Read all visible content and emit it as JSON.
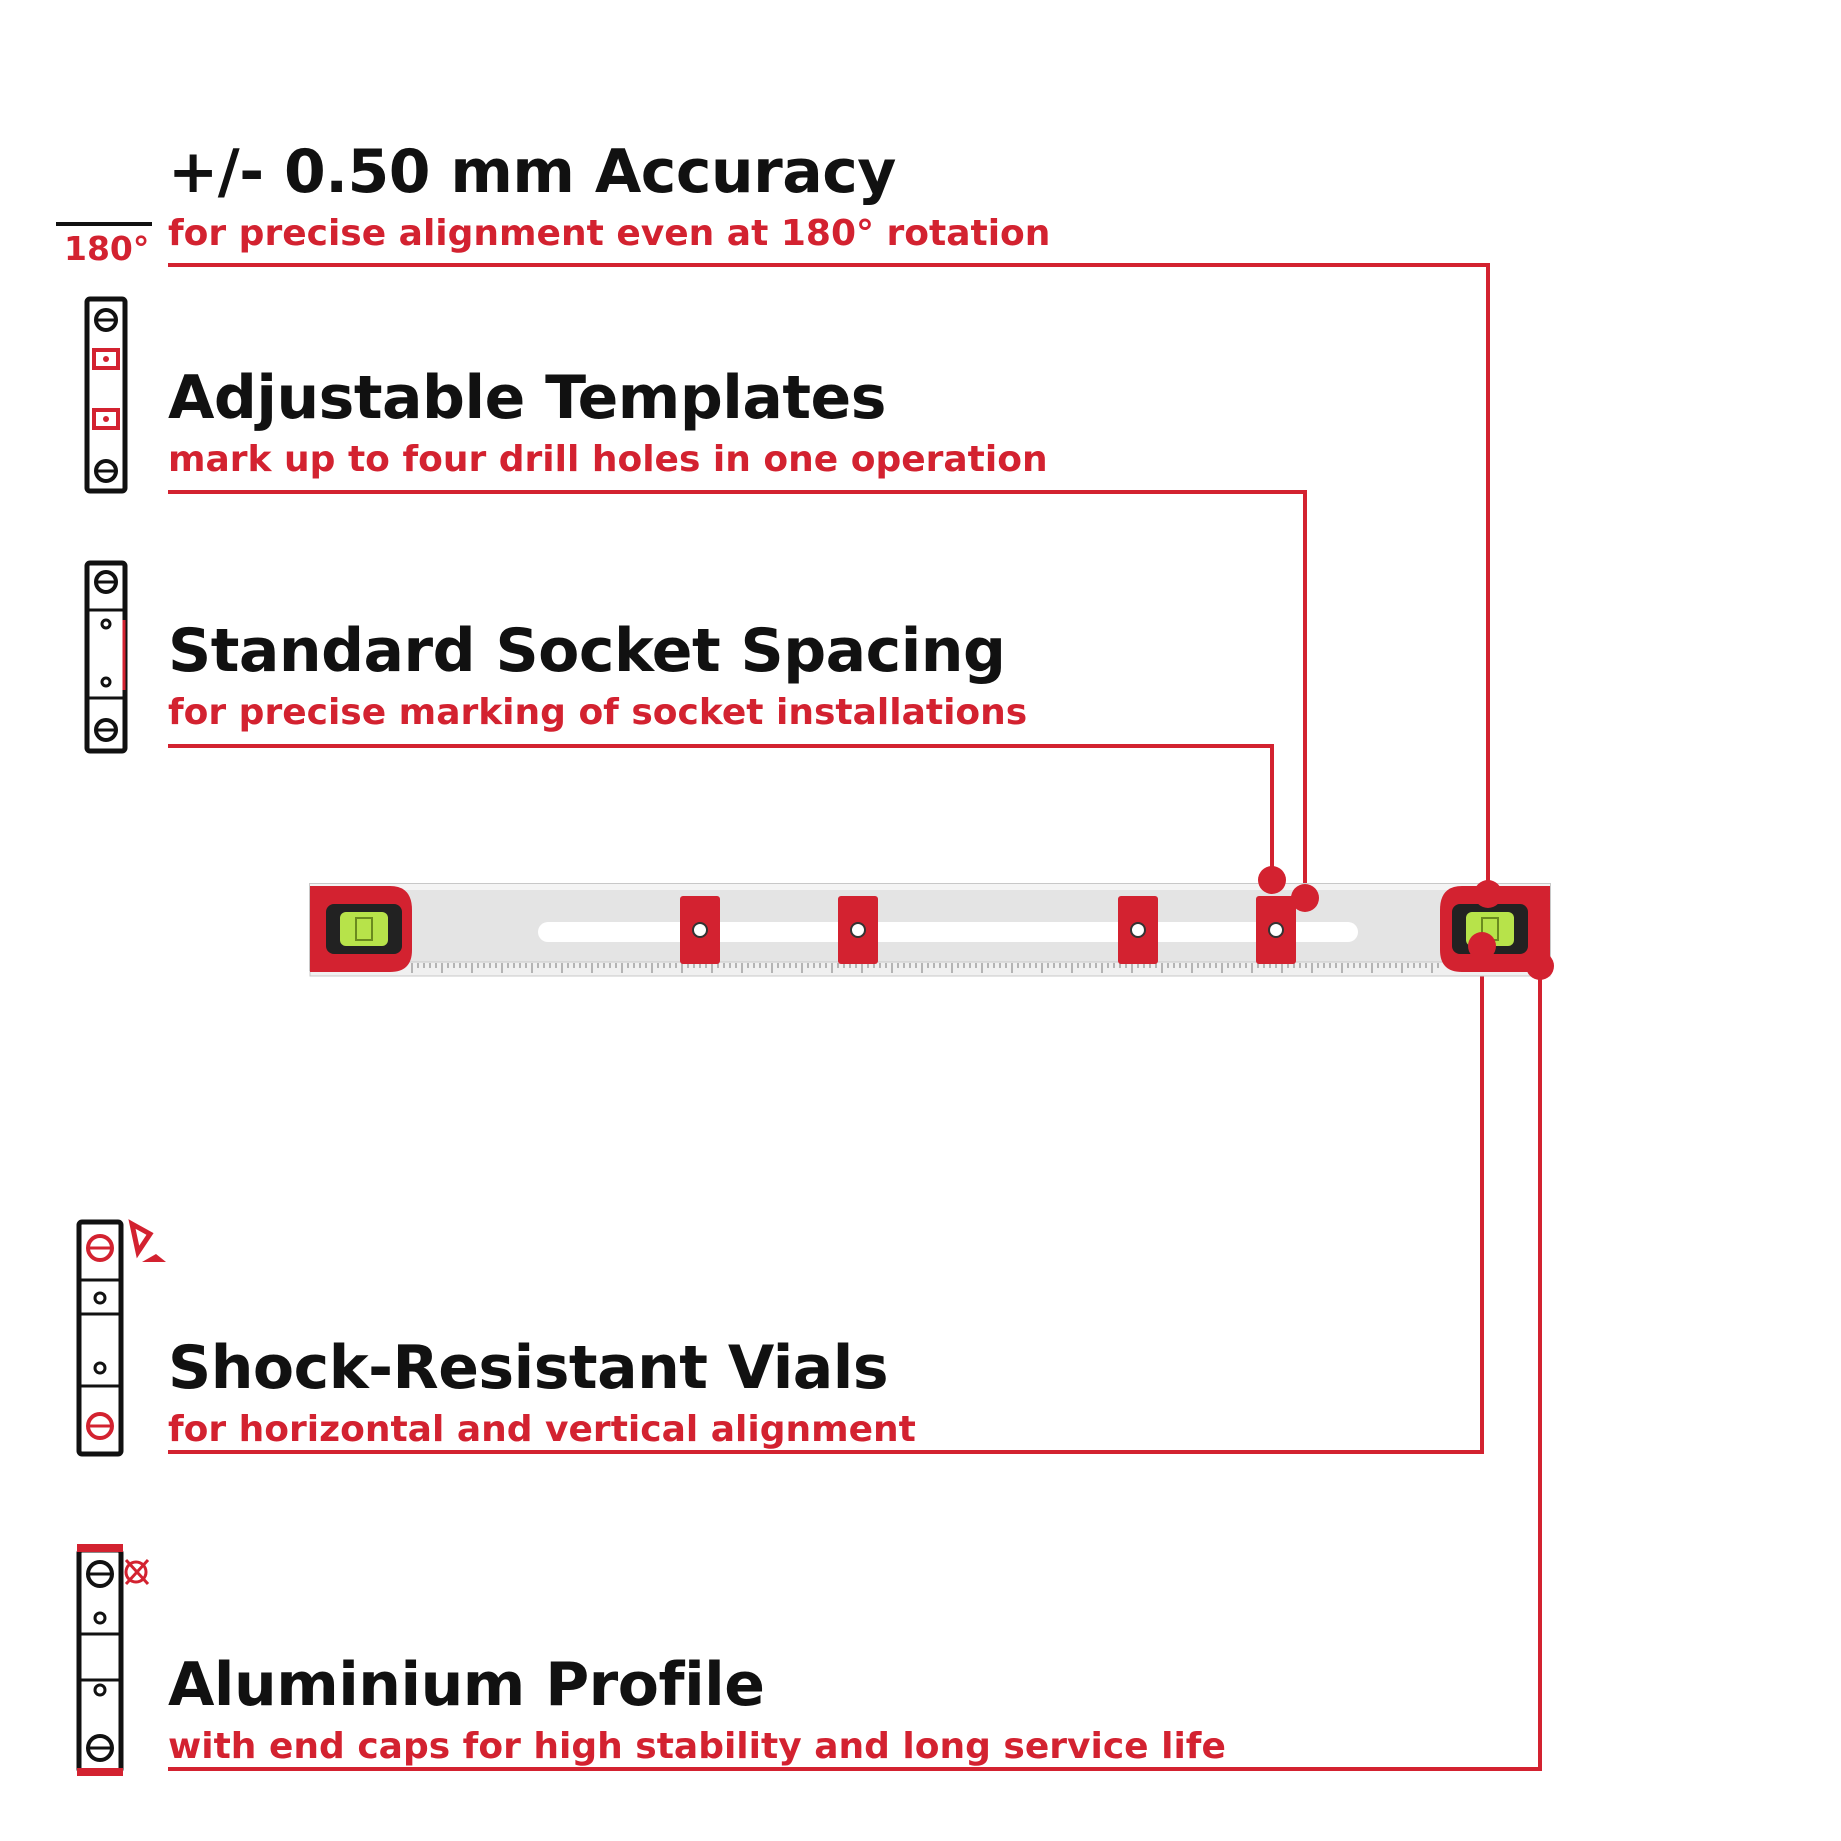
{
  "features": [
    {
      "title": "+/- 0.50 mm Accuracy",
      "subtitle": "for precise alignment even at 180° rotation"
    },
    {
      "title": "Adjustable Templates",
      "subtitle": "mark up to four drill holes in one operation"
    },
    {
      "title": "Standard Socket Spacing",
      "subtitle": "for precise marking of socket installations"
    },
    {
      "title": "Shock-Resistant Vials",
      "subtitle": "for horizontal and vertical alignment"
    },
    {
      "title": "Aluminium Profile",
      "subtitle": "with end caps for high stability and long service life"
    }
  ],
  "rotation_badge": "180°",
  "colors": {
    "accent": "#d32230",
    "text": "#111111",
    "profile": "#e4e4e4",
    "vial": "#b7e34a"
  },
  "icons": [
    "rotation-180-icon",
    "adjustable-templates-icon",
    "socket-spacing-icon",
    "shock-resistant-vial-icon",
    "end-cap-icon"
  ]
}
